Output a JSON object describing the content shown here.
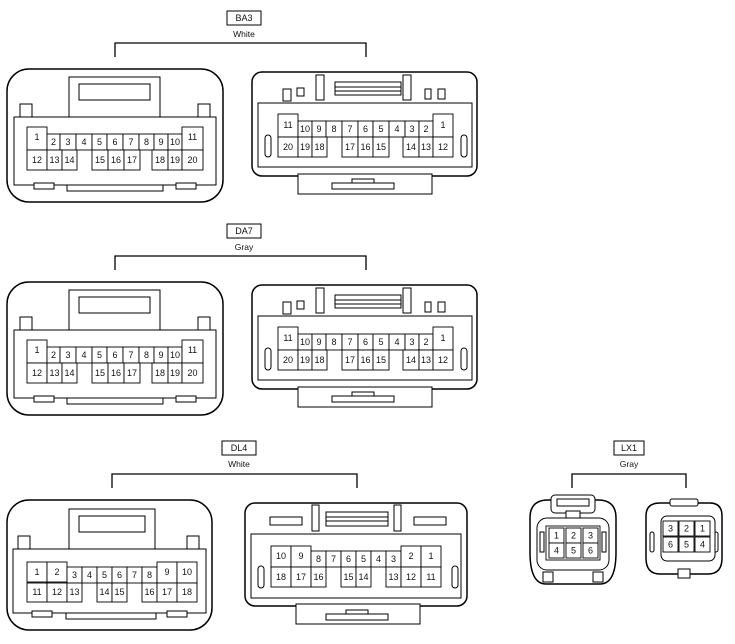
{
  "groups": [
    {
      "code": "BA3",
      "color": "White",
      "left_rows": [
        [
          "1",
          "2",
          "3",
          "4",
          "5",
          "6",
          "7",
          "8",
          "9",
          "10",
          "11"
        ],
        [
          "12",
          "13",
          "14",
          "15",
          "16",
          "17",
          "18",
          "19",
          "20"
        ]
      ],
      "right_rows": [
        [
          "11",
          "10",
          "9",
          "8",
          "7",
          "6",
          "5",
          "4",
          "3",
          "2",
          "1"
        ],
        [
          "20",
          "19",
          "18",
          "17",
          "16",
          "15",
          "14",
          "13",
          "12"
        ]
      ]
    },
    {
      "code": "DA7",
      "color": "Gray",
      "left_rows": [
        [
          "1",
          "2",
          "3",
          "4",
          "5",
          "6",
          "7",
          "8",
          "9",
          "10",
          "11"
        ],
        [
          "12",
          "13",
          "14",
          "15",
          "16",
          "17",
          "18",
          "19",
          "20"
        ]
      ],
      "right_rows": [
        [
          "11",
          "10",
          "9",
          "8",
          "7",
          "6",
          "5",
          "4",
          "3",
          "2",
          "1"
        ],
        [
          "20",
          "19",
          "18",
          "17",
          "16",
          "15",
          "14",
          "13",
          "12"
        ]
      ]
    },
    {
      "code": "DL4",
      "color": "White",
      "left_rows": [
        [
          "1",
          "2",
          "3",
          "4",
          "5",
          "6",
          "7",
          "8",
          "9",
          "10"
        ],
        [
          "11",
          "12",
          "13",
          "14",
          "15",
          "16",
          "17",
          "18"
        ]
      ],
      "right_rows": [
        [
          "10",
          "9",
          "8",
          "7",
          "6",
          "5",
          "4",
          "3",
          "2",
          "1"
        ],
        [
          "18",
          "17",
          "16",
          "15",
          "14",
          "13",
          "12",
          "11"
        ]
      ]
    },
    {
      "code": "LX1",
      "color": "Gray",
      "left_rows": [
        [
          "1",
          "2",
          "3"
        ],
        [
          "4",
          "5",
          "6"
        ]
      ],
      "right_rows": [
        [
          "3",
          "2",
          "1"
        ],
        [
          "6",
          "5",
          "4"
        ]
      ]
    }
  ]
}
